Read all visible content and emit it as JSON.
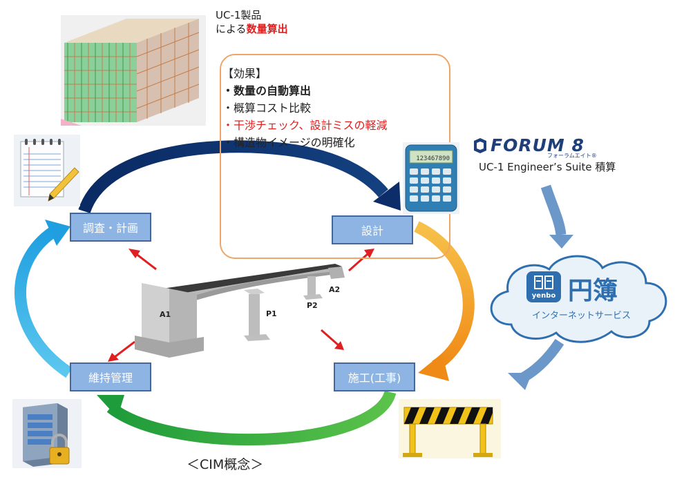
{
  "top_note": {
    "line1": "UC-1製品",
    "line2_prefix": "による",
    "line2_highlight": "数量算出"
  },
  "effects": {
    "heading": "【効果】",
    "items": [
      {
        "text": "・数量の自動算出",
        "style": "bold"
      },
      {
        "text": "・概算コスト比較",
        "style": "normal"
      },
      {
        "text": "・干渉チェック、設計ミスの軽減",
        "style": "red"
      },
      {
        "text": "・構造物イメージの明確化",
        "style": "normal"
      }
    ]
  },
  "stages": {
    "survey": "調査・計画",
    "design": "設計",
    "construction": "施工(工事)",
    "maintenance": "維持管理"
  },
  "bridge": {
    "labels": [
      "A1",
      "P1",
      "P2",
      "A2"
    ]
  },
  "forum8": {
    "logo": "FORUM 8",
    "logo_sub": "フォーラムエイト®",
    "product": "UC-1 Engineer’s Suite 積算"
  },
  "yenbo": {
    "icon_text": "yenbo",
    "name": "円簿",
    "service": "インターネットサービス"
  },
  "calculator": {
    "display": "123467890"
  },
  "caption": "＜CIM概念＞",
  "colors": {
    "stage_fill": "#8eb4e3",
    "accent_red": "#e02020",
    "navy_arrow": "#0d2d6a",
    "cyan_arrow": "#29abe2",
    "green_arrow": "#2fae49",
    "orange_arrow": "#f5a623"
  }
}
